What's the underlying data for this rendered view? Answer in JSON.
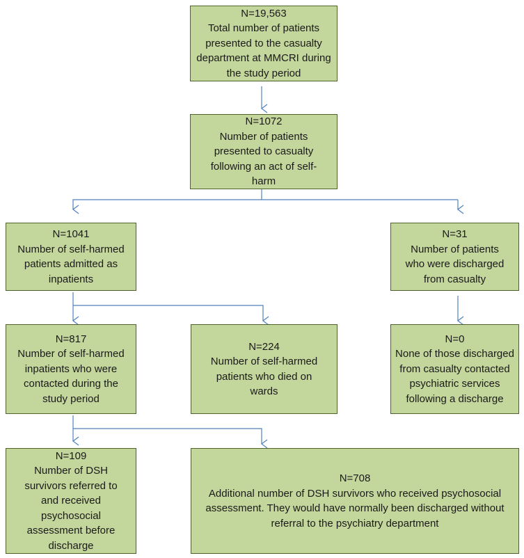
{
  "colors": {
    "box_fill": "#c3d69b",
    "box_border": "#4e6128",
    "arrow": "#4f81bd"
  },
  "nodes": {
    "total": {
      "n": "N=19,563",
      "desc": "Total number of patients presented to the casualty department at MMCRI during the study period"
    },
    "selfharm": {
      "n": "N=1072",
      "desc": "Number of patients presented to casualty following an act of self-harm"
    },
    "admitted": {
      "n": "N=1041",
      "desc": "Number of self-harmed patients admitted as inpatients"
    },
    "discharged": {
      "n": "N=31",
      "desc": "Number of patients who were discharged from casualty"
    },
    "contacted": {
      "n": "N=817",
      "desc": "Number of self-harmed inpatients who were contacted during the study period"
    },
    "died": {
      "n": "N=224",
      "desc": "Number of self-harmed patients who died on wards"
    },
    "none": {
      "n": "N=0",
      "desc": "None of those discharged from casualty contacted psychiatric services following a discharge"
    },
    "referred": {
      "n": "N=109",
      "desc": "Number of DSH survivors referred to and received psychosocial assessment before discharge"
    },
    "additional": {
      "n": "N=708",
      "desc": "Additional number of DSH survivors who received psychosocial assessment. They would have normally been discharged without referral to the psychiatry department"
    }
  }
}
